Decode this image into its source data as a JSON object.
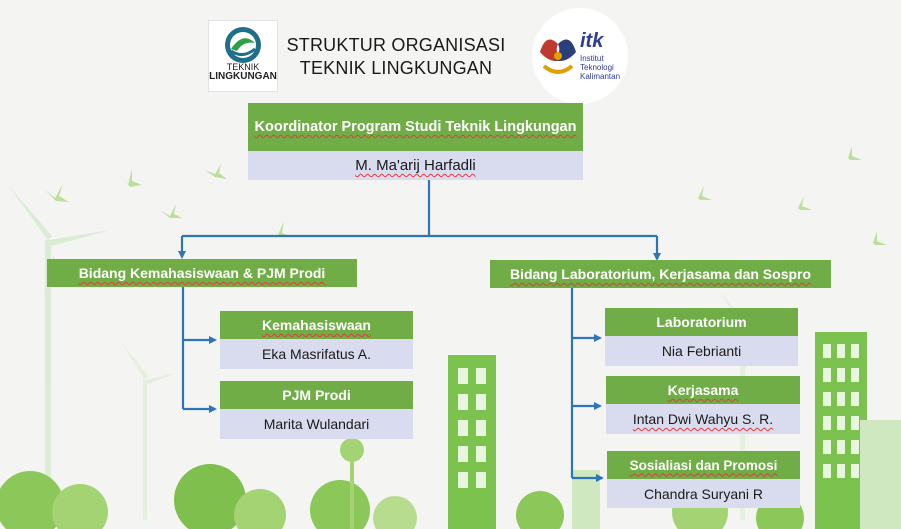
{
  "header": {
    "title_line1": "STRUKTUR ORGANISASI",
    "title_line2": "TEKNIK LINGKUNGAN",
    "logo_left_text_line1": "TEKNIK",
    "logo_left_text_line2": "LINGKUNGAN",
    "logo_right_brand": "itk",
    "logo_right_line1": "Institut",
    "logo_right_line2": "Teknologi",
    "logo_right_line3": "Kalimantan"
  },
  "org": {
    "coordinator": {
      "role": "Koordinator Program Studi Teknik Lingkungan",
      "name": "M. Ma'arij Harfadli"
    },
    "division_left": {
      "title": "Bidang Kemahasiswaan & PJM Prodi"
    },
    "division_right": {
      "title": "Bidang Laboratorium, Kerjasama dan Sospro"
    },
    "left_units": [
      {
        "role": "Kemahasiswaan",
        "name": "Eka Masrifatus A."
      },
      {
        "role": "PJM Prodi",
        "name": "Marita Wulandari"
      }
    ],
    "right_units": [
      {
        "role": "Laboratorium",
        "name": "Nia Febrianti"
      },
      {
        "role": "Kerjasama",
        "name": "Intan Dwi Wahyu S. R."
      },
      {
        "role": "Sosialiasi dan Promosi",
        "name": "Chandra Suryani R"
      }
    ]
  },
  "colors": {
    "header_green": "#70ad47",
    "name_fill": "#d9dcee",
    "connector_blue": "#2e75b6"
  }
}
